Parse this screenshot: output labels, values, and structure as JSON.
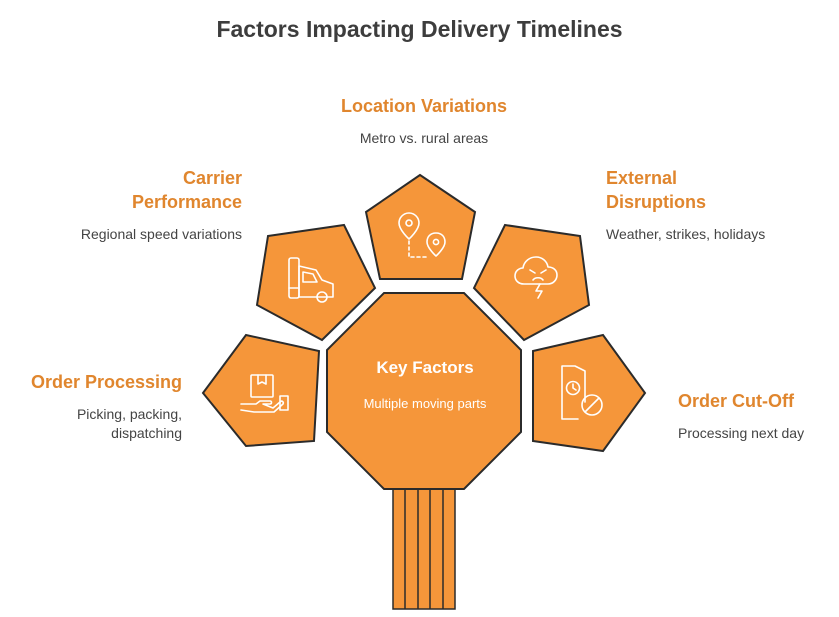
{
  "title": "Factors Impacting Delivery Timelines",
  "colors": {
    "fill": "#F5963A",
    "stroke": "#2b2b2b",
    "accent_text": "#E0862E",
    "body_text": "#444444"
  },
  "center": {
    "title": "Key Factors",
    "description": "Multiple moving parts"
  },
  "factors": [
    {
      "title": "Location Variations",
      "description": "Metro vs. rural areas",
      "icon": "map-route-pins-icon"
    },
    {
      "title": "Carrier Performance",
      "description": "Regional speed variations",
      "icon": "truck-icon"
    },
    {
      "title": "External Disruptions",
      "description": "Weather, strikes, holidays",
      "icon": "storm-cloud-icon"
    },
    {
      "title": "Order Processing",
      "description": "Picking, packing, dispatching",
      "icon": "hand-package-icon"
    },
    {
      "title": "Order Cut-Off",
      "description": "Processing next day",
      "icon": "clock-document-cancel-icon"
    }
  ]
}
